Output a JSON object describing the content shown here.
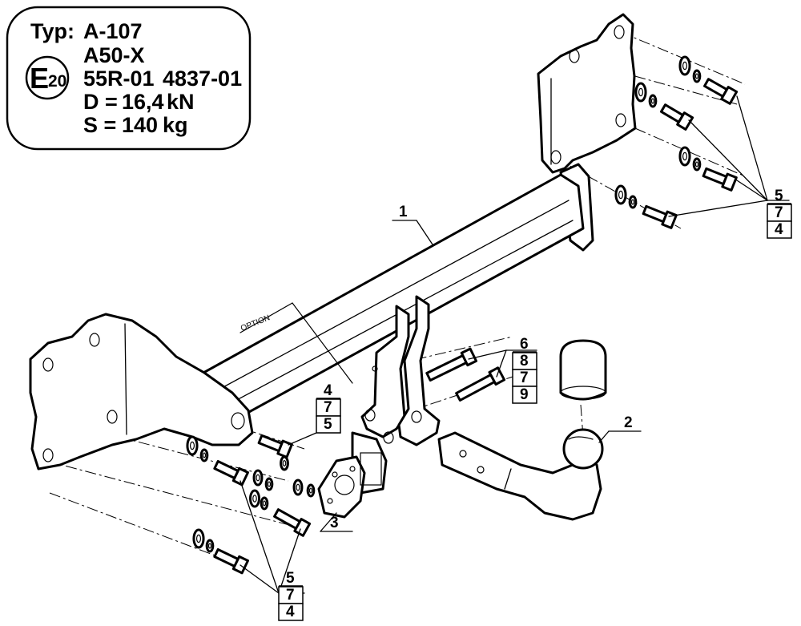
{
  "spec_box": {
    "type_label": "Typ:",
    "type_value": "A-107",
    "code": "A50-X",
    "approval_mark": "E",
    "approval_number": "20",
    "regulation": "55R-01",
    "approval_no": "4837-01",
    "d_label": "D =",
    "d_value": "16,4",
    "d_unit": "kN",
    "s_label": "S =",
    "s_value": "140",
    "s_unit": "kg"
  },
  "option_text": "OPTION",
  "callouts": {
    "c1": "1",
    "c2": "2",
    "c3": "3",
    "right_group": [
      "5",
      "7",
      "4"
    ],
    "mid_group": [
      "4",
      "7",
      "5"
    ],
    "bottom_group": [
      "5",
      "7",
      "4"
    ],
    "bolt_group": [
      "6",
      "8",
      "7",
      "9"
    ]
  }
}
